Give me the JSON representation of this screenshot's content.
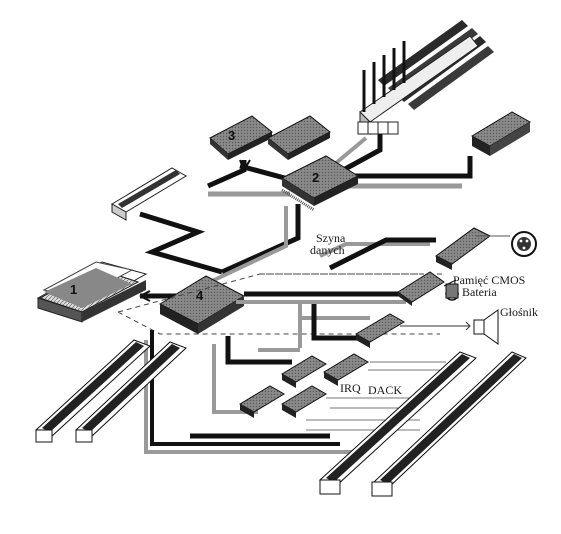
{
  "labels": {
    "chip1": "1",
    "chip2": "2",
    "chip3": "3",
    "chip4": "4",
    "bus_line1": "Szyna",
    "bus_line2": "danych",
    "cmos_line1": "Pamięć CMOS",
    "cmos_line2": "Bateria",
    "speaker": "Głośnik",
    "irq": "IRQ",
    "dack": "DACK"
  }
}
